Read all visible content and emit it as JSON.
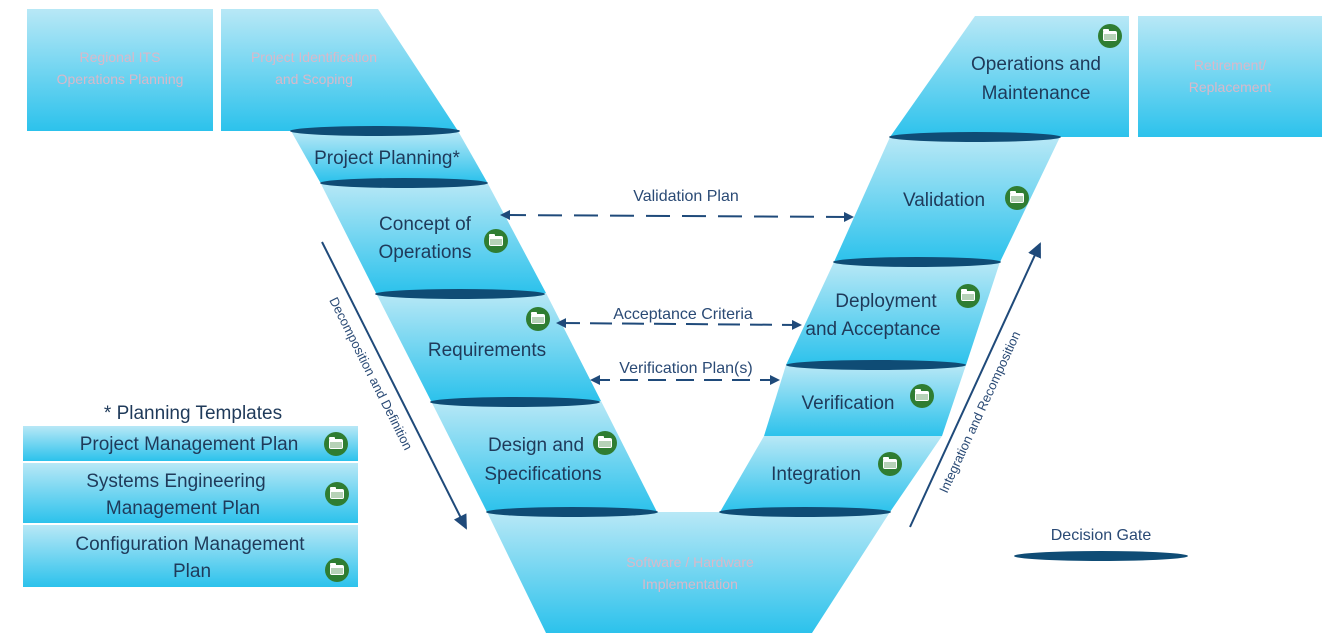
{
  "top": {
    "regional_planning": [
      "Regional ITS",
      "Operations Planning"
    ],
    "project_identification": [
      "Project Identification",
      "and Scoping"
    ],
    "operations_maintenance": [
      "Operations and",
      "Maintenance"
    ],
    "retirement": [
      "Retirement/",
      "Replacement"
    ]
  },
  "left_stages": {
    "project_planning": "Project Planning*",
    "concept": [
      "Concept of",
      "Operations"
    ],
    "requirements": "Requirements",
    "design": [
      "Design and",
      "Specifications"
    ]
  },
  "right_stages": {
    "validation": "Validation",
    "deployment": [
      "Deployment",
      "and Acceptance"
    ],
    "verification": "Verification",
    "integration": "Integration"
  },
  "bottom": {
    "implementation": [
      "Software / Hardware",
      "Implementation"
    ]
  },
  "links": {
    "validation_plan": "Validation Plan",
    "acceptance_criteria": "Acceptance Criteria",
    "verification_plans": "Verification Plan(s)"
  },
  "side_arrows": {
    "left": "Decomposition and Definition",
    "right": "Integration and Recomposition"
  },
  "templates": {
    "title": "* Planning Templates",
    "items": [
      [
        "Project Management Plan"
      ],
      [
        "Systems Engineering",
        "Management Plan"
      ],
      [
        "Configuration Management",
        "Plan"
      ]
    ]
  },
  "legend": {
    "decision_gate": "Decision Gate"
  },
  "colors": {
    "gradient_top": "#b8e8f6",
    "gradient_bottom": "#2cc2ec",
    "gate": "#0f4c75",
    "arrow": "#2a4a75",
    "icon_green": "#2f7d32"
  },
  "icon": "folder-icon"
}
